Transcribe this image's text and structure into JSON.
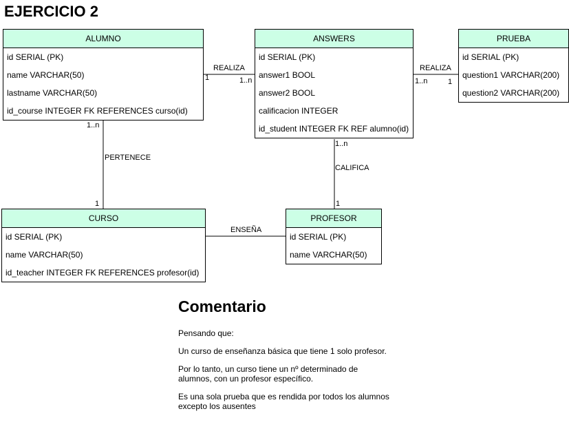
{
  "title": "EJERCICIO 2",
  "entities": {
    "alumno": {
      "name": "ALUMNO",
      "fields": [
        "id SERIAL (PK)",
        "name VARCHAR(50)",
        "lastname VARCHAR(50)",
        "id_course INTEGER FK REFERENCES curso(id)"
      ]
    },
    "answers": {
      "name": "ANSWERS",
      "fields": [
        "id SERIAL (PK)",
        "answer1 BOOL",
        "answer2 BOOL",
        "calificacion INTEGER",
        "id_student INTEGER FK REF alumno(id)"
      ]
    },
    "prueba": {
      "name": "PRUEBA",
      "fields": [
        "id SERIAL (PK)",
        "question1 VARCHAR(200)",
        "question2 VARCHAR(200)"
      ]
    },
    "curso": {
      "name": "CURSO",
      "fields": [
        "id SERIAL (PK)",
        "name VARCHAR(50)",
        "id_teacher INTEGER FK REFERENCES profesor(id)"
      ]
    },
    "profesor": {
      "name": "PROFESOR",
      "fields": [
        "id SERIAL (PK)",
        "name VARCHAR(50)"
      ]
    }
  },
  "relations": {
    "alumno_answers": {
      "label": "REALIZA",
      "card_a": "1",
      "card_b": "1..n"
    },
    "answers_prueba": {
      "label": "REALIZA",
      "card_a": "1..n",
      "card_b": "1"
    },
    "alumno_curso": {
      "label": "PERTENECE",
      "card_a": "1..n",
      "card_b": "1"
    },
    "answers_profesor": {
      "label": "CALIFICA",
      "card_a": "1..n",
      "card_b": "1"
    },
    "curso_profesor": {
      "label": "ENSEÑA"
    }
  },
  "comment": {
    "heading": "Comentario",
    "paragraphs": [
      "Pensando que:",
      "Un curso de enseñanza básica que tiene 1 solo profesor.",
      "Por lo tanto, un curso tiene un nº determinado de alumnos, con un profesor específico.",
      "Es una sola prueba que es rendida por todos los alumnos excepto los ausentes"
    ]
  }
}
